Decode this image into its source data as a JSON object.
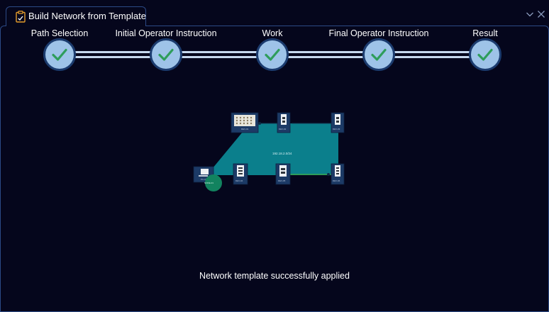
{
  "window": {
    "title": "Build Network from Template",
    "tab_icon": "clipboard-icon",
    "controls": [
      "chevron-down-icon",
      "close-icon"
    ]
  },
  "steps": [
    {
      "label": "Path Selection",
      "state": "complete"
    },
    {
      "label": "Initial Operator Instruction",
      "state": "complete"
    },
    {
      "label": "Work",
      "state": "complete"
    },
    {
      "label": "Final Operator Instruction",
      "state": "complete"
    },
    {
      "label": "Result",
      "state": "complete"
    }
  ],
  "colors": {
    "background": "#05061c",
    "border": "#2c4a86",
    "step_fill": "#9ec3e8",
    "check": "#2e9d5b",
    "network_fill": "#0b7f8c",
    "device_fill": "#1c3a66"
  },
  "network": {
    "subnet_label": "192.18.2.0/24",
    "devices": [
      {
        "kind": "patch-panel",
        "label": "DEV-01"
      },
      {
        "kind": "switch",
        "label": "DEV-02"
      },
      {
        "kind": "switch",
        "label": "DEV-03"
      },
      {
        "kind": "pc",
        "label": "PC-01"
      },
      {
        "kind": "switch",
        "label": "DEV-04"
      },
      {
        "kind": "switch",
        "label": "DEV-05"
      },
      {
        "kind": "switch",
        "label": "DEV-06"
      }
    ],
    "node_label": "NODE-01"
  },
  "status_message": "Network template successfully applied"
}
